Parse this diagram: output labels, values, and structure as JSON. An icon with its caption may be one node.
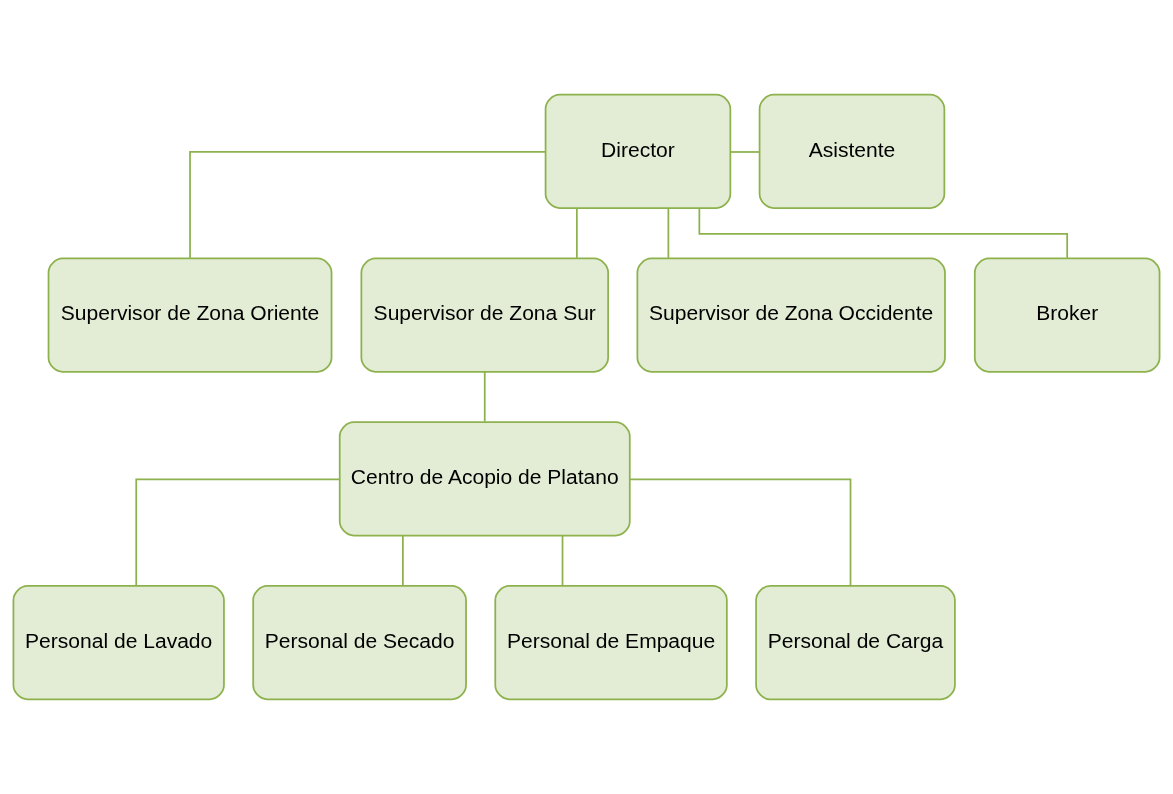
{
  "diagram": {
    "nodes": [
      {
        "text": [
          "Director"
        ]
      },
      {
        "text": [
          "Asistente"
        ]
      },
      {
        "text": [
          "Supervisor de Zona Oriente"
        ]
      },
      {
        "text": [
          "Supervisor de Zona Sur"
        ]
      },
      {
        "text": [
          "Supervisor de Zona Occidente"
        ]
      },
      {
        "text": [
          "Broker"
        ]
      },
      {
        "text": [
          "Centro de Acopio de Platano"
        ]
      },
      {
        "text": [
          "Personal de Lavado"
        ]
      },
      {
        "text": [
          "Personal de Secado"
        ]
      },
      {
        "text": [
          "Personal de Empaque"
        ]
      },
      {
        "text": [
          "Personal de Carga"
        ]
      }
    ],
    "edges": [
      {
        "from": 0,
        "to": 1,
        "arrow": "none"
      },
      {
        "from": 0,
        "to": 2,
        "arrow": "none"
      },
      {
        "from": 0,
        "to": 3,
        "arrow": "none"
      },
      {
        "from": 0,
        "to": 4,
        "arrow": "none"
      },
      {
        "from": 0,
        "to": 5,
        "arrow": "none"
      },
      {
        "from": 3,
        "to": 6,
        "arrow": "none"
      },
      {
        "from": 6,
        "to": 7,
        "arrow": "none"
      },
      {
        "from": 6,
        "to": 8,
        "arrow": "none"
      },
      {
        "from": 6,
        "to": 9,
        "arrow": "none"
      },
      {
        "from": 6,
        "to": 10,
        "arrow": "none"
      }
    ]
  }
}
